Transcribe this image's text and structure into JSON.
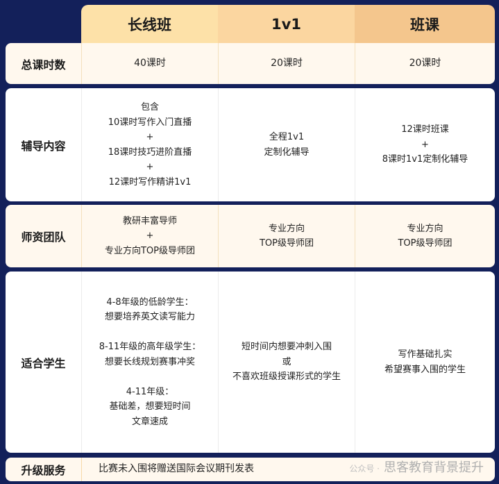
{
  "columns": [
    "长线班",
    "1v1",
    "班课"
  ],
  "rows": [
    {
      "label": "总课时数",
      "cells": [
        "40课时",
        "20课时",
        "20课时"
      ]
    },
    {
      "label": "辅导内容",
      "cells": [
        "包含\n10课时写作入门直播\n+\n18课时技巧进阶直播\n+\n12课时写作精讲1v1",
        "全程1v1\n定制化辅导",
        "12课时班课\n+\n8课时1v1定制化辅导"
      ]
    },
    {
      "label": "师资团队",
      "cells": [
        "教研丰富导师\n+\n专业方向TOP级导师团",
        "专业方向\nTOP级导师团",
        "专业方向\nTOP级导师团"
      ]
    },
    {
      "label": "适合学生",
      "cells": [
        "4-8年级的低龄学生：\n想要培养英文读写能力\n\n8-11年级的高年级学生：\n想要长线规划赛事冲奖\n\n4-11年级：\n基础差，想要短时间\n文章速成",
        "短时间内想要冲刺入围\n或\n不喜欢班级授课形式的学生",
        "写作基础扎实\n希望赛事入围的学生"
      ]
    }
  ],
  "upgrade": {
    "label": "升级服务",
    "text": "比赛未入围将赠送国际会议期刊发表"
  },
  "watermark": {
    "prefix": "公众号 ·",
    "name": "思客教育背景提升"
  },
  "colors": {
    "background": "#13205a",
    "header_1": "#fde1a8",
    "header_2": "#fbd6a0",
    "header_3": "#f4c68d",
    "cream": "#fff8ee"
  }
}
